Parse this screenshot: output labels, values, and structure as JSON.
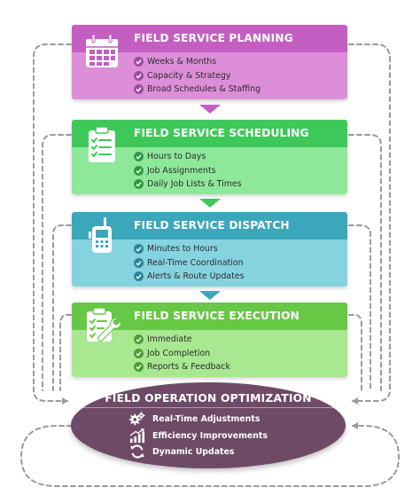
{
  "stages": [
    {
      "title": "FIELD SERVICE PLANNING",
      "icon": "calendar-icon",
      "header_color": "#c45ec2",
      "body_color": "#dc8ed8",
      "check_color": "#a04a9e",
      "bullets": [
        "Weeks & Months",
        "Capacity & Strategy",
        "Broad Schedules & Staffing"
      ]
    },
    {
      "title": "FIELD SERVICE SCHEDULING",
      "icon": "clipboard-checklist-icon",
      "header_color": "#3fc85a",
      "body_color": "#8ee89a",
      "check_color": "#2e9a44",
      "bullets": [
        "Hours to Days",
        "Job Assignments",
        "Daily Job Lists & Times"
      ]
    },
    {
      "title": "FIELD SERVICE DISPATCH",
      "icon": "radio-icon",
      "header_color": "#3aa7bb",
      "body_color": "#86d3e0",
      "check_color": "#2a8597",
      "bullets": [
        "Minutes to Hours",
        "Real-Time Coordination",
        "Alerts & Route Updates"
      ]
    },
    {
      "title": "FIELD SERVICE EXECUTION",
      "icon": "clipboard-wrench-icon",
      "header_color": "#66c844",
      "body_color": "#a8e890",
      "check_color": "#4aa032",
      "bullets": [
        "Immediate",
        "Job Completion",
        "Reports & Feedback"
      ]
    }
  ],
  "optimization": {
    "title": "FIELD OPERATION OPTIMIZATION",
    "color": "#6e4a66",
    "items": [
      {
        "label": "Real-Time Adjustments",
        "icon": "gears-icon"
      },
      {
        "label": "Efficiency Improvements",
        "icon": "rising-bars-icon"
      },
      {
        "label": "Dynamic Updates",
        "icon": "refresh-icon"
      }
    ]
  },
  "colors": {
    "dashed_loop": "#9a9a9a"
  }
}
